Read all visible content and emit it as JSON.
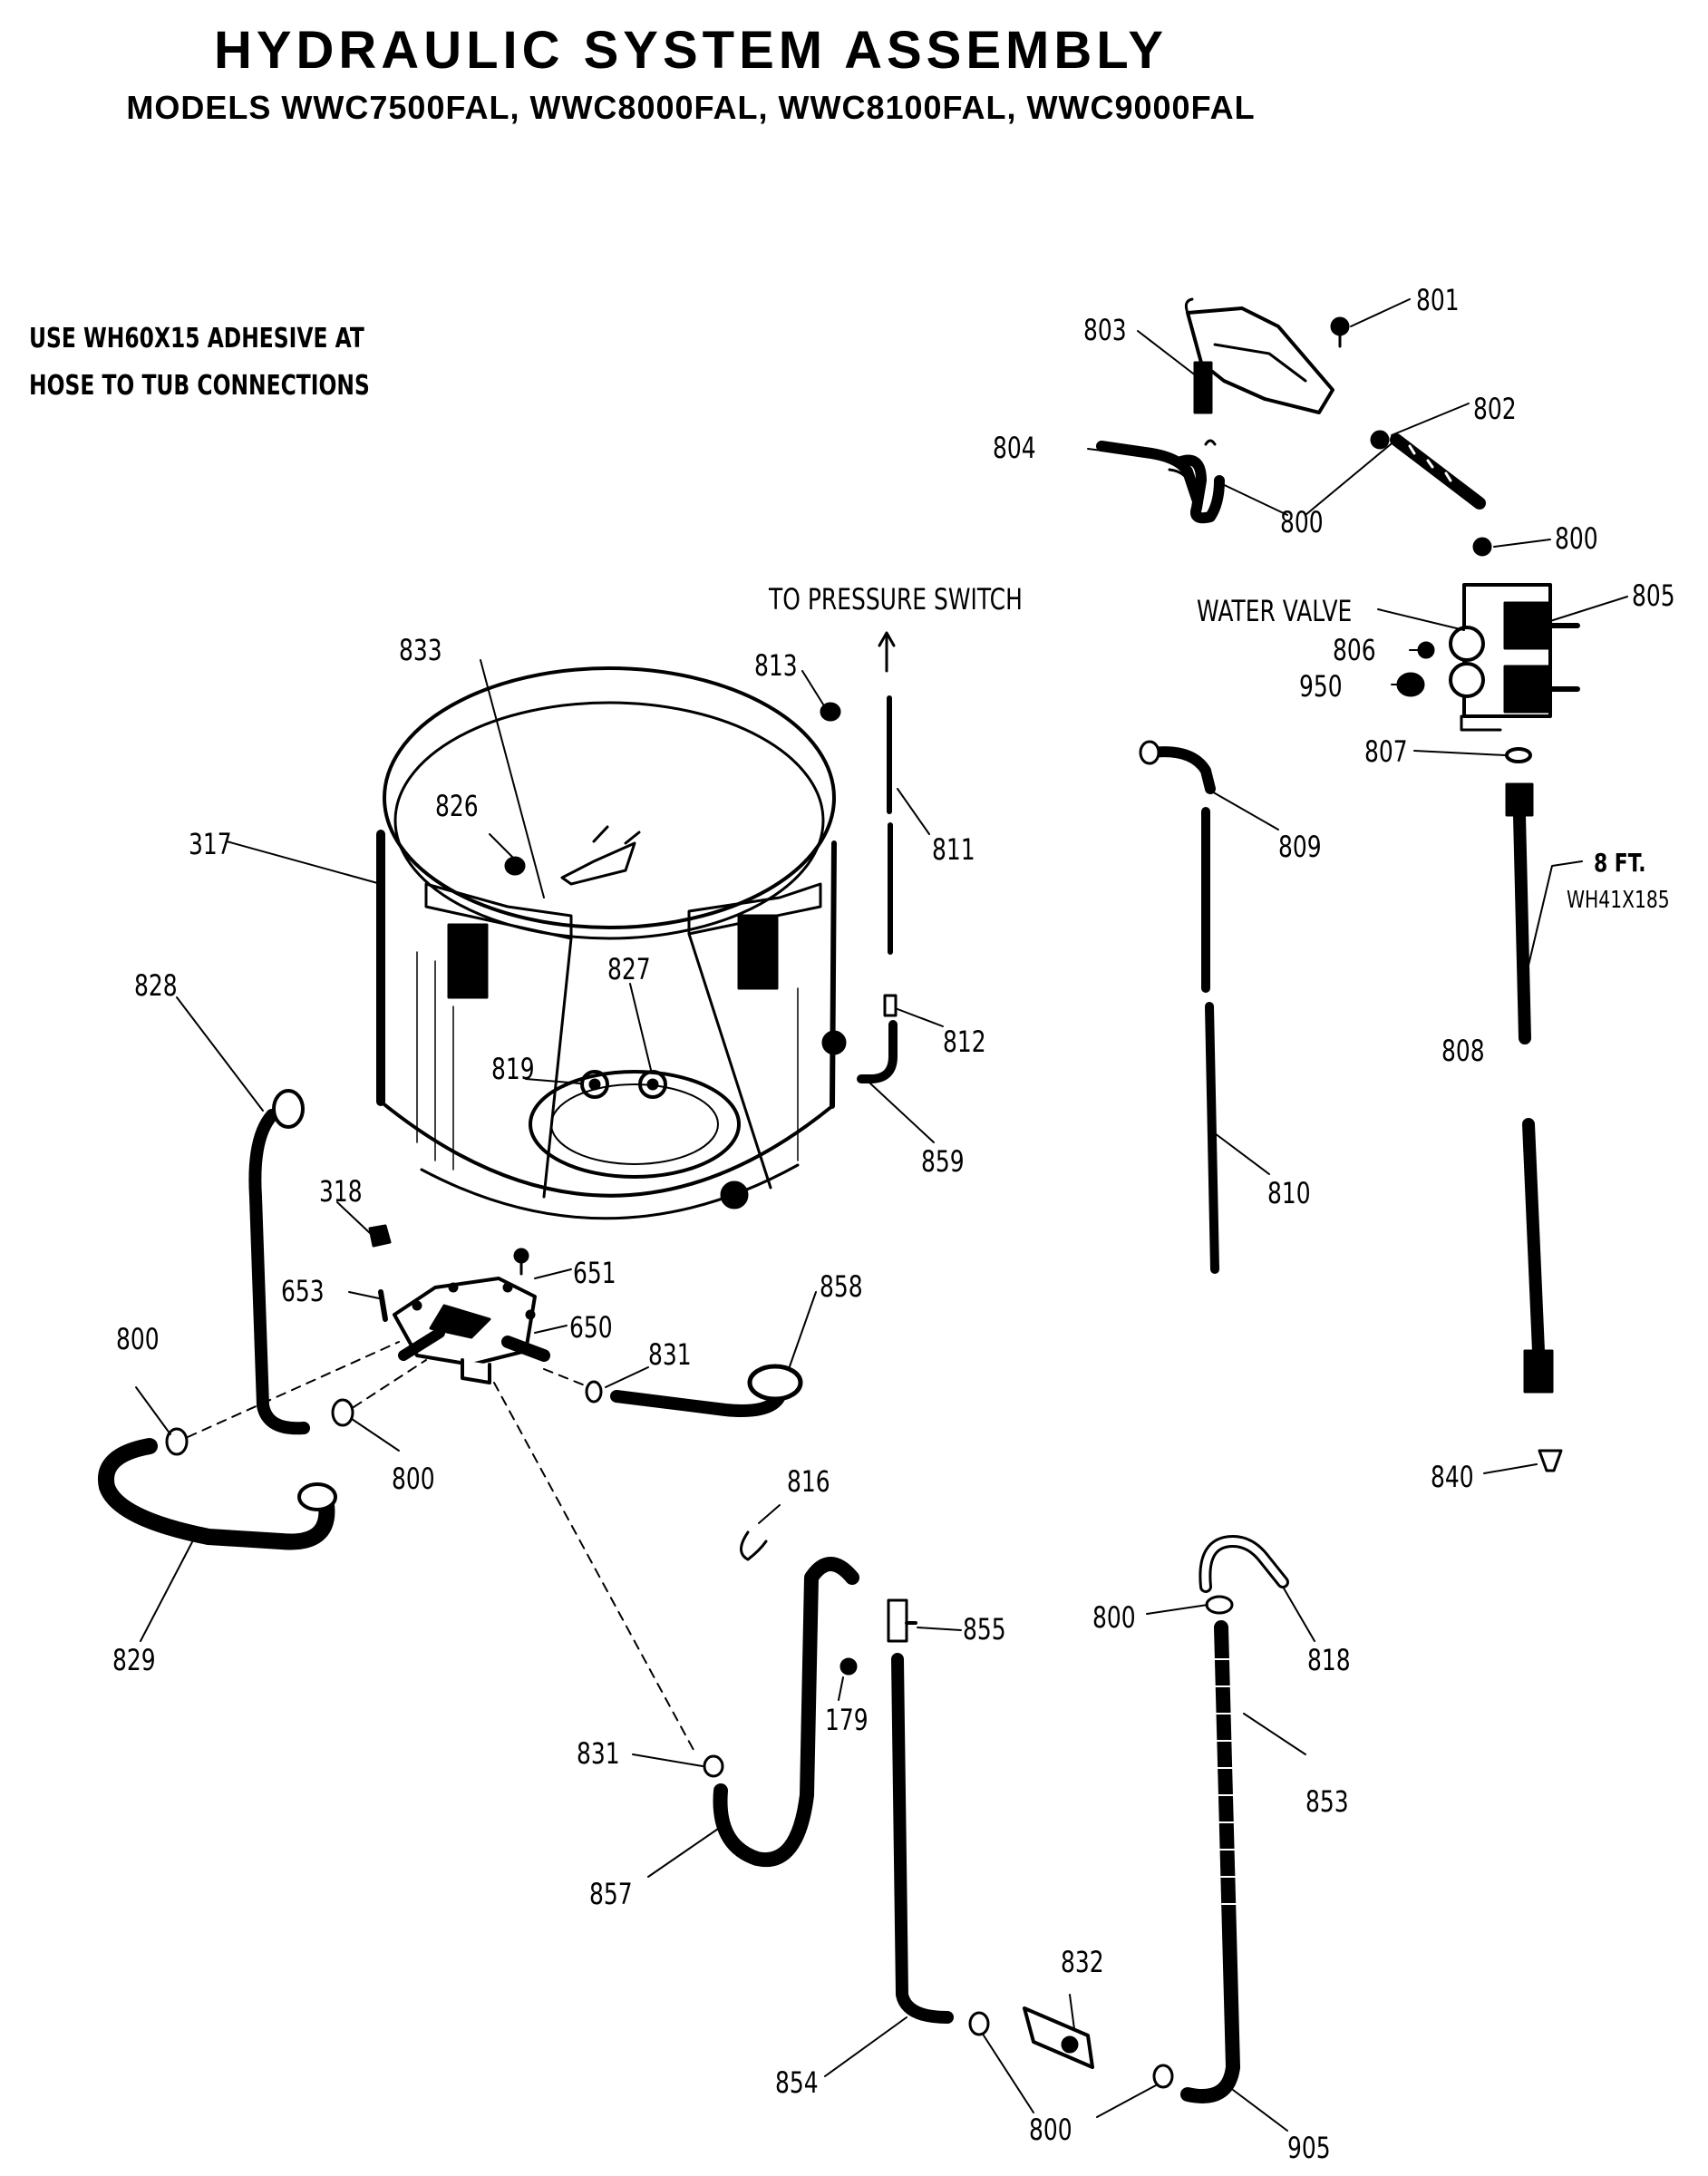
{
  "header": {
    "title": "HYDRAULIC SYSTEM ASSEMBLY",
    "models": "MODELS WWC7500FAL, WWC8000FAL, WWC8100FAL, WWC9000FAL"
  },
  "notes": {
    "line1": "USE WH60X15 ADHESIVE AT",
    "line2": "HOSE TO TUB CONNECTIONS"
  },
  "callouts": {
    "to_pressure_switch": "TO PRESSURE SWITCH",
    "water_valve": "WATER VALVE",
    "hose_length": "8 FT.",
    "hose_part": "WH41X185"
  },
  "parts": {
    "p801": "801",
    "p803": "803",
    "p802": "802",
    "p804": "804",
    "p800a": "800",
    "p800b": "800",
    "p805": "805",
    "p806": "806",
    "p950": "950",
    "p807": "807",
    "p833": "833",
    "p813": "813",
    "p826": "826",
    "p317": "317",
    "p811": "811",
    "p809": "809",
    "p828": "828",
    "p827": "827",
    "p812": "812",
    "p808": "808",
    "p819": "819",
    "p859": "859",
    "p810": "810",
    "p318": "318",
    "p651": "651",
    "p858": "858",
    "p653": "653",
    "p650": "650",
    "p800c": "800",
    "p831a": "831",
    "p840": "840",
    "p800d": "800",
    "p816": "816",
    "p829": "829",
    "p855": "855",
    "p800e": "800",
    "p818": "818",
    "p179": "179",
    "p831b": "831",
    "p853": "853",
    "p857": "857",
    "p832": "832",
    "p854": "854",
    "p800f": "800",
    "p905": "905"
  }
}
